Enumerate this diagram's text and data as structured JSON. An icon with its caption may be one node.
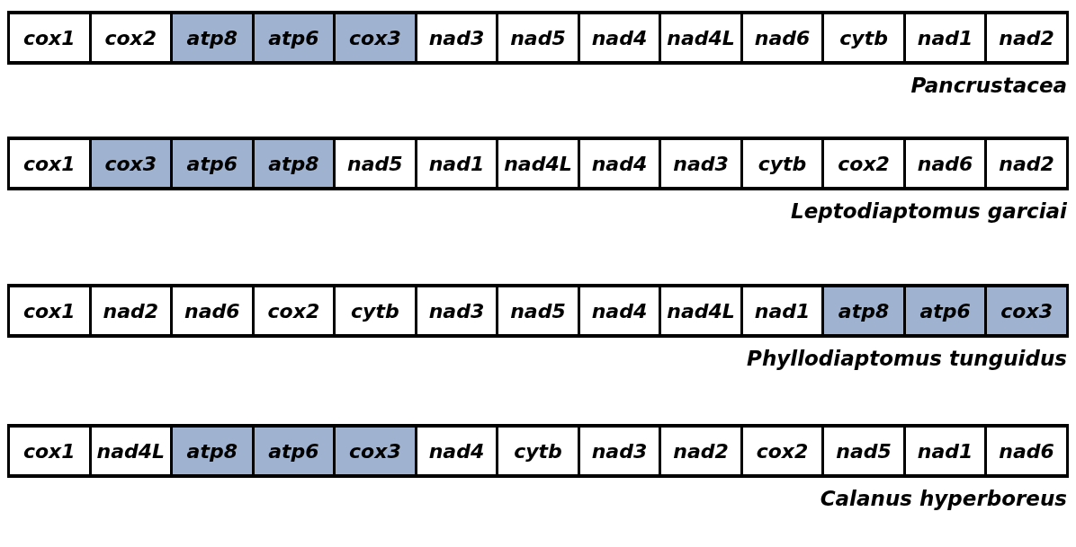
{
  "diagram": {
    "nodes": [
      {
        "text": [
          "Pancrustacea"
        ]
      },
      {
        "text": [
          "cox1"
        ],
        "in": 0
      },
      {
        "text": [
          "cox2"
        ],
        "in": 0
      },
      {
        "text": [
          "atp8"
        ],
        "in": 0
      },
      {
        "text": [
          "atp6"
        ],
        "in": 0
      },
      {
        "text": [
          "cox3"
        ],
        "in": 0
      },
      {
        "text": [
          "nad3"
        ],
        "in": 0
      },
      {
        "text": [
          "nad5"
        ],
        "in": 0
      },
      {
        "text": [
          "nad4"
        ],
        "in": 0
      },
      {
        "text": [
          "nad4L"
        ],
        "in": 0
      },
      {
        "text": [
          "nad6"
        ],
        "in": 0
      },
      {
        "text": [
          "cytb"
        ],
        "in": 0
      },
      {
        "text": [
          "nad1"
        ],
        "in": 0
      },
      {
        "text": [
          "nad2"
        ],
        "in": 0
      },
      {
        "text": [
          "Leptodiaptomus garciai"
        ]
      },
      {
        "text": [
          "cox1"
        ],
        "in": 14
      },
      {
        "text": [
          "cox3"
        ],
        "in": 14
      },
      {
        "text": [
          "atp6"
        ],
        "in": 14
      },
      {
        "text": [
          "atp8"
        ],
        "in": 14
      },
      {
        "text": [
          "nad5"
        ],
        "in": 14
      },
      {
        "text": [
          "nad1"
        ],
        "in": 14
      },
      {
        "text": [
          "nad4L"
        ],
        "in": 14
      },
      {
        "text": [
          "nad4"
        ],
        "in": 14
      },
      {
        "text": [
          "nad3"
        ],
        "in": 14
      },
      {
        "text": [
          "cytb"
        ],
        "in": 14
      },
      {
        "text": [
          "cox2"
        ],
        "in": 14
      },
      {
        "text": [
          "nad6"
        ],
        "in": 14
      },
      {
        "text": [
          "nad2"
        ],
        "in": 14
      },
      {
        "text": [
          "Phyllodiaptomus tunguidus"
        ]
      },
      {
        "text": [
          "cox1"
        ],
        "in": 28
      },
      {
        "text": [
          "nad2"
        ],
        "in": 28
      },
      {
        "text": [
          "nad6"
        ],
        "in": 28
      },
      {
        "text": [
          "cox2"
        ],
        "in": 28
      },
      {
        "text": [
          "cytb"
        ],
        "in": 28
      },
      {
        "text": [
          "nad3"
        ],
        "in": 28
      },
      {
        "text": [
          "nad5"
        ],
        "in": 28
      },
      {
        "text": [
          "nad4"
        ],
        "in": 28
      },
      {
        "text": [
          "nad4L"
        ],
        "in": 28
      },
      {
        "text": [
          "nad1"
        ],
        "in": 28
      },
      {
        "text": [
          "atp8"
        ],
        "in": 28
      },
      {
        "text": [
          "atp6"
        ],
        "in": 28
      },
      {
        "text": [
          "cox3"
        ],
        "in": 28
      },
      {
        "text": [
          "Calanus hyperboreus"
        ]
      },
      {
        "text": [
          "cox1"
        ],
        "in": 42
      },
      {
        "text": [
          "nad4L"
        ],
        "in": 42
      },
      {
        "text": [
          "atp8"
        ],
        "in": 42
      },
      {
        "text": [
          "atp6"
        ],
        "in": 42
      },
      {
        "text": [
          "cox3"
        ],
        "in": 42
      },
      {
        "text": [
          "nad4"
        ],
        "in": 42
      },
      {
        "text": [
          "cytb"
        ],
        "in": 42
      },
      {
        "text": [
          "nad3"
        ],
        "in": 42
      },
      {
        "text": [
          "nad2"
        ],
        "in": 42
      },
      {
        "text": [
          "cox2"
        ],
        "in": 42
      },
      {
        "text": [
          "nad5"
        ],
        "in": 42
      },
      {
        "text": [
          "nad1"
        ],
        "in": 42
      },
      {
        "text": [
          "nad6"
        ],
        "in": 42
      }
    ]
  }
}
